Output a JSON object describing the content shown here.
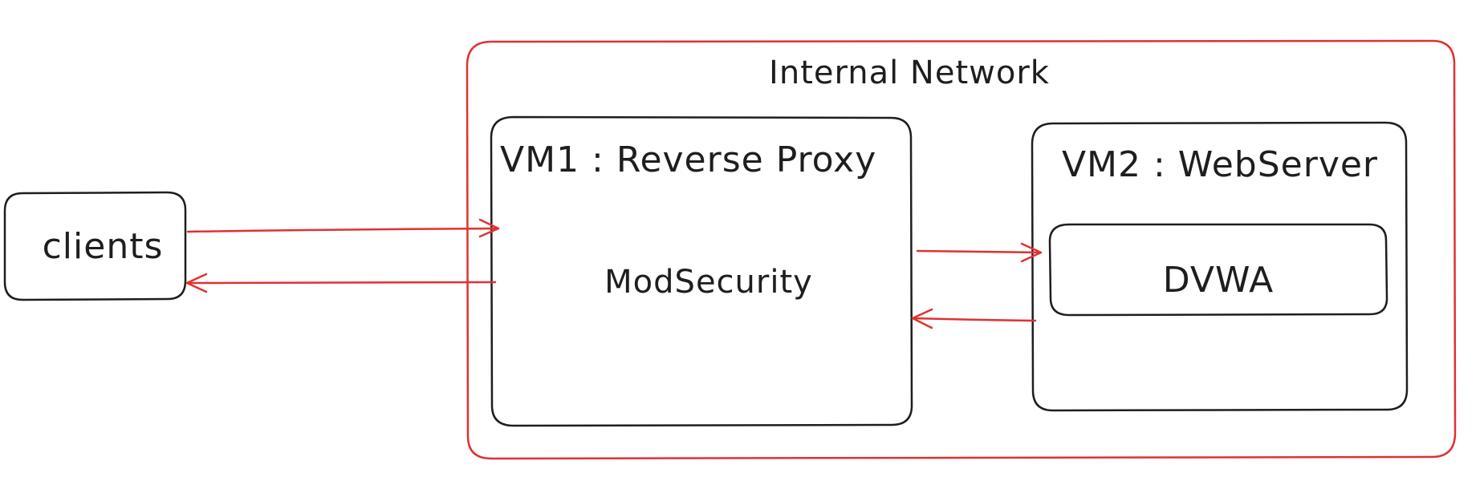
{
  "network": {
    "label": "Internal Network"
  },
  "clients": {
    "label": "clients"
  },
  "vm1": {
    "label": "VM1 : Reverse Proxy",
    "component": "ModSecurity"
  },
  "vm2": {
    "label": "VM2 : WebServer",
    "component": "DVWA"
  },
  "colors": {
    "network_border": "#e03131",
    "arrows": "#e03131",
    "boxes": "#1e1e1e"
  }
}
